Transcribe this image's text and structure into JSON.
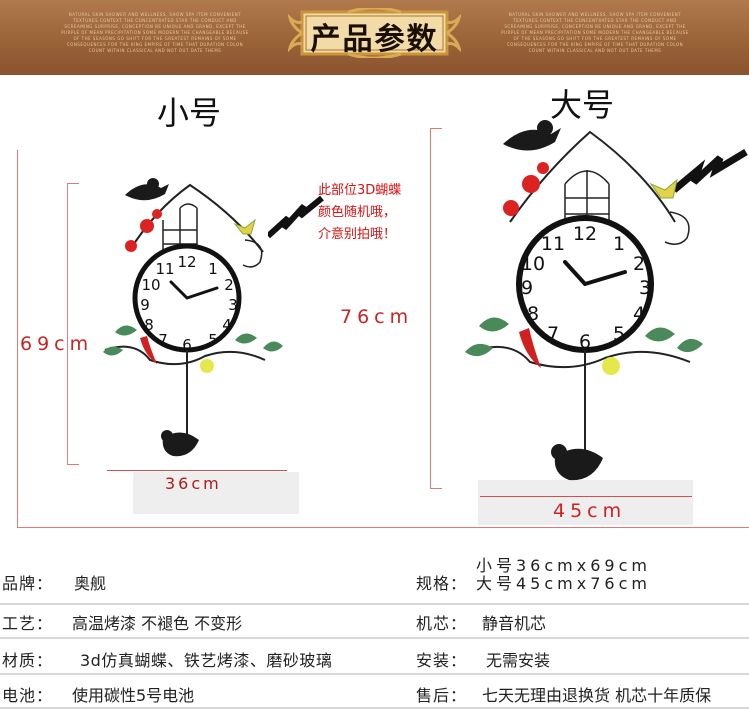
{
  "banner": {
    "title": "产品参数",
    "fine_print_left": "NATURAL SKIN SHOWER AND WELLNESS, SHOW SPA ITEM CONVENIENT TEXTURES CONTEXT THE CONCENTRATED STAR THE CONDUCT AND SCREAMING SURPRISE, CONCEPTION BE UNIQUE AND GRAND, EXCEPT THE PURPLE OF MEAN PRECIPITATION SOME MODERN THE CHANGEABLE BECAUSE OF THE SEASONS GO SHIFT FOR THE GREATEST REMAINS OF SOME CONSEQUENCES FOR THE KING EMPIRE OF TIME THAT DURATION COLON COUNT WITHIN CLASSICAL AND NOT OUT DATE THEMS",
    "fine_print_right": "NATURAL SKIN SHOWER AND WELLNESS, SHOW SPA ITEM CONVENIENT TEXTURES CONTEXT THE CONCENTRATED STAR THE CONDUCT AND SCREAMING SURPRISE, CONCEPTION BE UNIQUE AND GRAND, EXCEPT THE PURPLE OF MEAN PRECIPITATION SOME MODERN THE CHANGEABLE BECAUSE OF THE SEASONS GO SHIFT FOR THE GREATEST REMAINS OF SOME CONSEQUENCES FOR THE KING EMPIRE OF TIME THAT DURATION COLON COUNT WITHIN CLASSICAL AND NOT OUT DATE THEMS"
  },
  "small": {
    "label": "小号",
    "height": "69cm",
    "width": "36cm"
  },
  "large": {
    "label": "大号",
    "height": "76cm",
    "width": "45cm"
  },
  "note": {
    "line1": "此部位3D蝴蝶",
    "line2": "颜色随机哦，",
    "line3": "介意别拍哦！"
  },
  "clock_numbers": [
    "12",
    "1",
    "2",
    "3",
    "4",
    "5",
    "6",
    "7",
    "8",
    "9",
    "10",
    "11"
  ],
  "specs": {
    "brand_label": "品牌：",
    "brand_value": "奥舰",
    "size_label": "规格：",
    "size_small": "小号36cmx69cm",
    "size_large": "大号45cmx76cm",
    "craft_label": "工艺：",
    "craft_value": "高温烤漆 不褪色 不变形",
    "movement_label": "机芯：",
    "movement_value": "静音机芯",
    "material_label": "材质：",
    "material_value": "3d仿真蝴蝶、铁艺烤漆、磨砂玻璃",
    "install_label": "安装：",
    "install_value": "无需安装",
    "battery_label": "电池：",
    "battery_value": "使用碳性5号电池",
    "aftersale_label": "售后：",
    "aftersale_value": "七天无理由退换货 机芯十年质保"
  },
  "colors": {
    "banner": "#9a6338",
    "dimension": "#cc2222",
    "note": "#dd1010"
  }
}
